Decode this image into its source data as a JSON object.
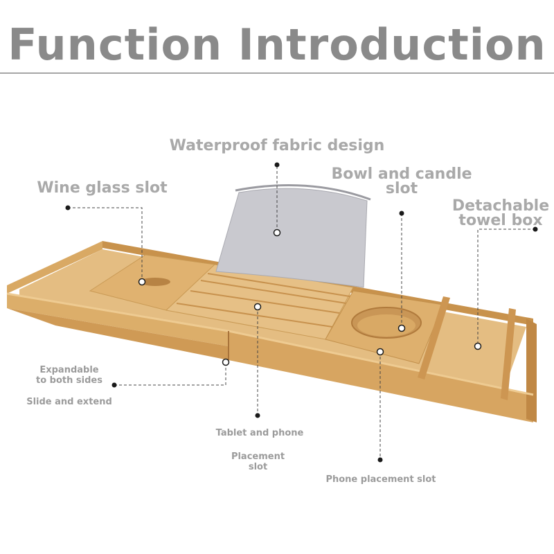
{
  "title": "Function Introduction",
  "labels": {
    "waterproof": "Waterproof fabric design",
    "wine": "Wine glass slot",
    "bowl_line1": "Bowl and candle",
    "bowl_line2": "slot",
    "towel_line1": "Detachable",
    "towel_line2": "towel box",
    "expand_line1": "Expandable",
    "expand_line2": "to both sides",
    "slide": "Slide and extend",
    "tablet": "Tablet and phone",
    "placement_line1": "Placement",
    "placement_line2": "slot",
    "phone": "Phone placement slot"
  },
  "colors": {
    "title": "#8a8a8a",
    "label": "#a9a9a9",
    "bamboo_light": "#e2b878",
    "bamboo_mid": "#d4a25e",
    "bamboo_dark": "#b98340",
    "fabric": "#c9c9cf",
    "marker": "#1a1a1a"
  }
}
